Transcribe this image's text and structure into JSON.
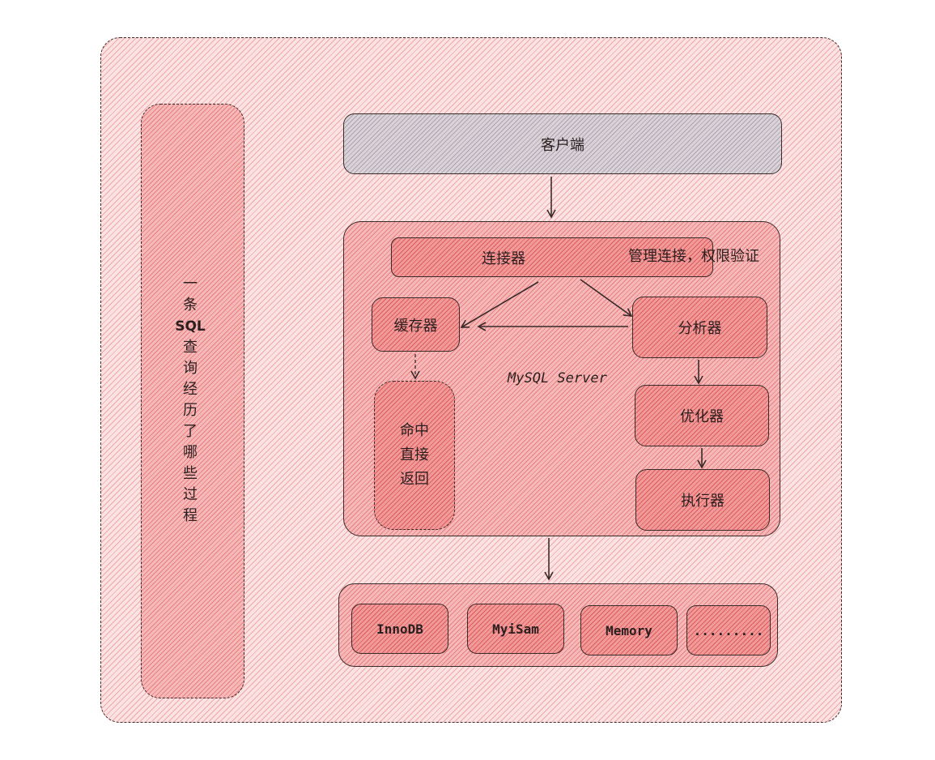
{
  "title_vertical": [
    "一",
    "条",
    "SQL",
    "查",
    "询",
    "经",
    "历",
    "了",
    "哪",
    "些",
    "过",
    "程"
  ],
  "client": "客户端",
  "server_label": "MySQL Server",
  "connector": "连接器",
  "connector_note": "管理连接，权限验证",
  "cache": "缓存器",
  "hit_direct_return": [
    "命中",
    "直接",
    "返回"
  ],
  "analyzer": "分析器",
  "optimizer": "优化器",
  "executor": "执行器",
  "engines": [
    "InnoDB",
    "MyiSam",
    "Memory",
    "........."
  ]
}
